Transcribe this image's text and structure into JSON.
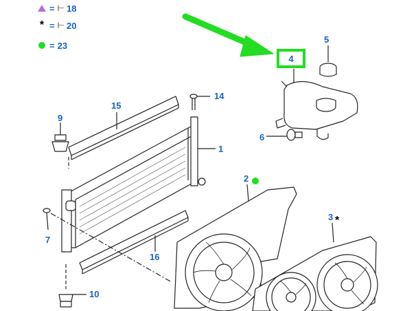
{
  "legend": [
    {
      "symbol": "triangle-icon",
      "color": "#b56fd9",
      "label": "18"
    },
    {
      "symbol": "star-icon",
      "color": "#000000",
      "label": "20"
    },
    {
      "symbol": "dot-icon",
      "color": "#22dd22",
      "label": "23"
    }
  ],
  "legend_eq": "=",
  "callouts": {
    "c1": "1",
    "c2": "2",
    "c3": "3",
    "c4": "4",
    "c5": "5",
    "c6": "6",
    "c7": "7",
    "c9": "9",
    "c10": "10",
    "c14": "14",
    "c15": "15",
    "c16": "16"
  },
  "colors": {
    "callout": "#1565c0",
    "highlight": "#22dd22",
    "line": "#222222"
  }
}
